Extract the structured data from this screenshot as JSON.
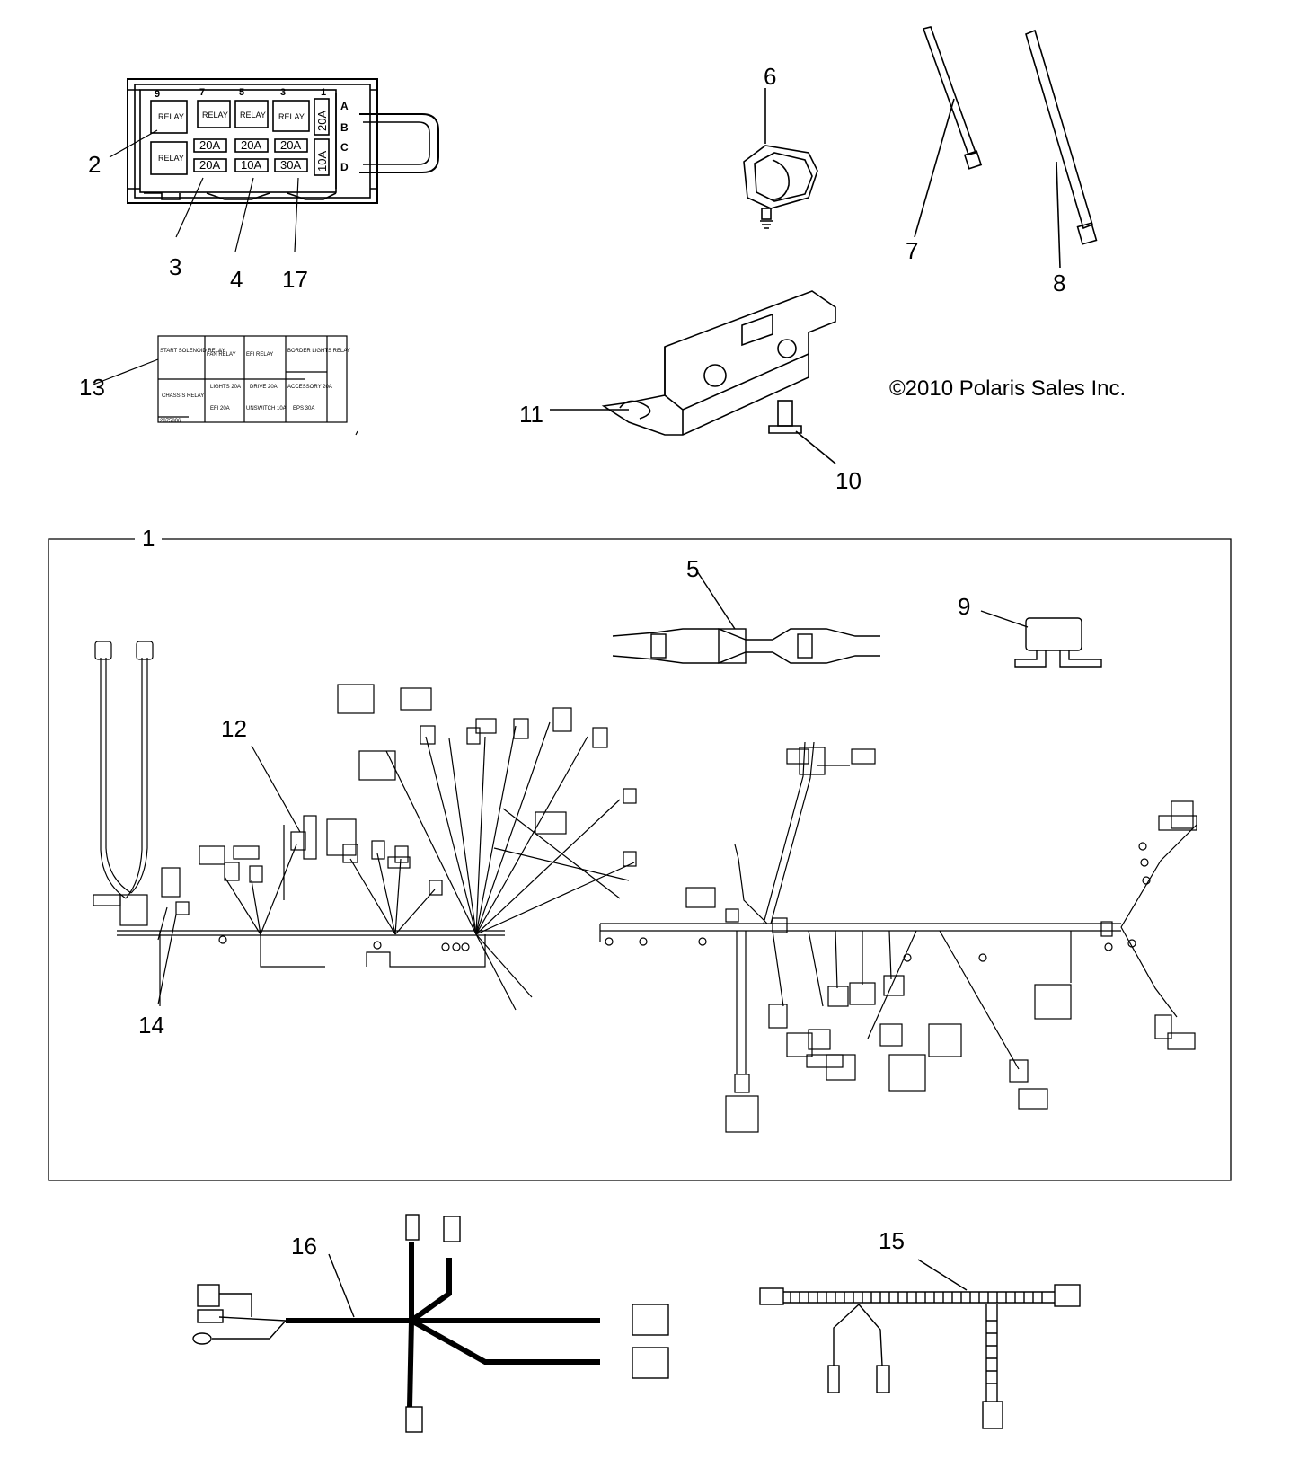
{
  "copyright": "©2010 Polaris Sales Inc.",
  "callouts": {
    "c1": "1",
    "c2": "2",
    "c3": "3",
    "c4": "4",
    "c5": "5",
    "c6": "6",
    "c7": "7",
    "c8": "8",
    "c9": "9",
    "c10": "10",
    "c11": "11",
    "c12": "12",
    "c13": "13",
    "c14": "14",
    "c15": "15",
    "c16": "16",
    "c17": "17"
  },
  "fuse_box": {
    "column_numbers": [
      "9",
      "7",
      "5",
      "3",
      "1"
    ],
    "row_letters": [
      "A",
      "B",
      "C",
      "D"
    ],
    "relay_label": "RELAY",
    "fuse_row_1": [
      "20A",
      "20A",
      "20A"
    ],
    "fuse_row_2": [
      "20A",
      "10A",
      "30A"
    ],
    "side_fuse_top": "20A",
    "side_fuse_bottom": "10A"
  },
  "decal": {
    "cells": [
      [
        "START SOLENOID RELAY",
        "FAN RELAY",
        "EFI RELAY",
        "BORDER LIGHTS RELAY"
      ],
      [
        "CHASSIS RELAY",
        "LIGHTS 20A",
        "DRIVE 20A",
        "ACCESSORY 20A"
      ],
      [
        "",
        "EFI 20A",
        "UNSWITCH 10A",
        "EPS 30A"
      ]
    ],
    "part_no": "2875806"
  }
}
